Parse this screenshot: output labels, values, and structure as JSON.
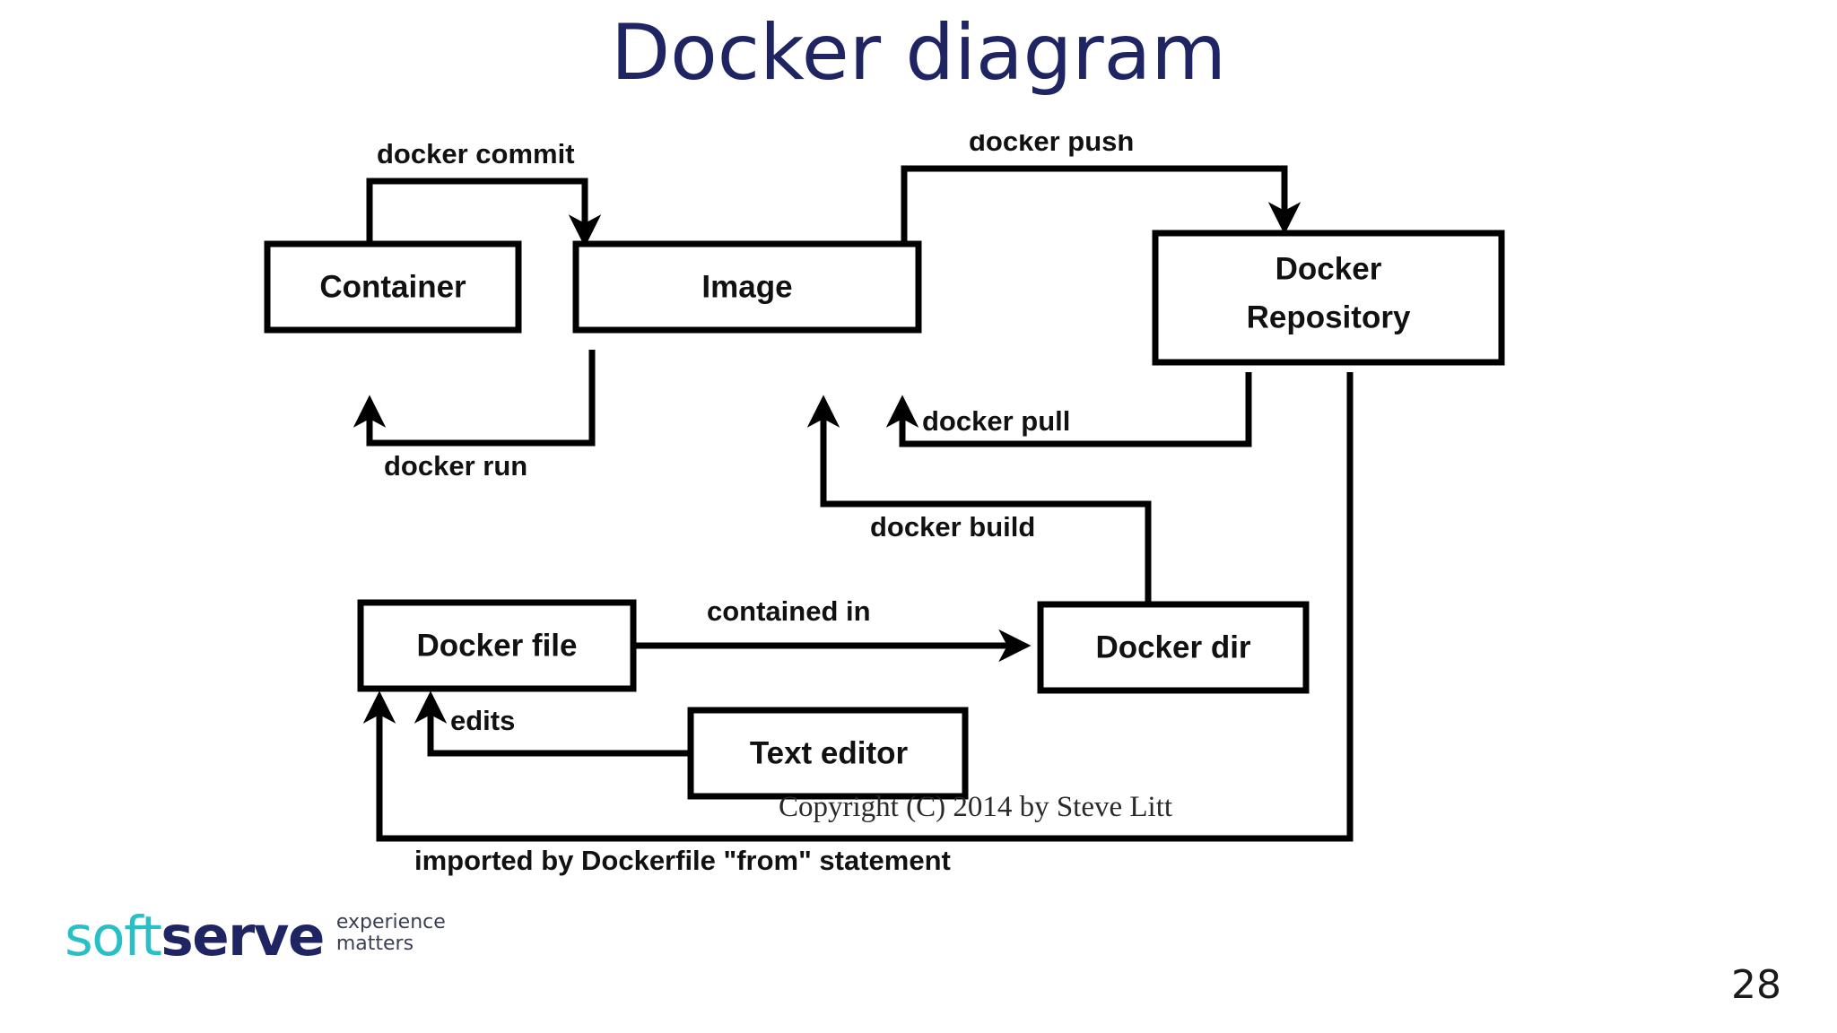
{
  "slide": {
    "title": "Docker diagram",
    "page_number": "28",
    "title_color": "#1f2463"
  },
  "diagram": {
    "nodes": [
      {
        "id": "container",
        "label": "Container"
      },
      {
        "id": "image",
        "label": "Image"
      },
      {
        "id": "repository",
        "label_line1": "Docker",
        "label_line2": "Repository"
      },
      {
        "id": "dockerfile",
        "label": "Docker file"
      },
      {
        "id": "dockerdir",
        "label": "Docker dir"
      },
      {
        "id": "texteditor",
        "label": "Text editor"
      }
    ],
    "edges": [
      {
        "id": "commit",
        "label": "docker commit",
        "from": "container",
        "to": "image"
      },
      {
        "id": "run",
        "label": "docker run",
        "from": "image",
        "to": "container"
      },
      {
        "id": "push",
        "label": "docker push",
        "from": "image",
        "to": "repository"
      },
      {
        "id": "pull",
        "label": "docker pull",
        "from": "repository",
        "to": "image"
      },
      {
        "id": "build",
        "label": "docker build",
        "from": "dockerdir",
        "to": "image"
      },
      {
        "id": "contained",
        "label": "contained in",
        "from": "dockerfile",
        "to": "dockerdir"
      },
      {
        "id": "edits",
        "label": "edits",
        "from": "texteditor",
        "to": "dockerfile"
      },
      {
        "id": "imported",
        "label": "imported by Dockerfile \"from\" statement",
        "from": "repository",
        "to": "dockerfile"
      }
    ],
    "copyright": "Copyright (C) 2014 by Steve Litt"
  },
  "logo": {
    "soft": "soft",
    "serve": "serve",
    "tagline_line1": "experience",
    "tagline_line2": "matters",
    "soft_color": "#27c0c6",
    "serve_color": "#1f2463"
  }
}
